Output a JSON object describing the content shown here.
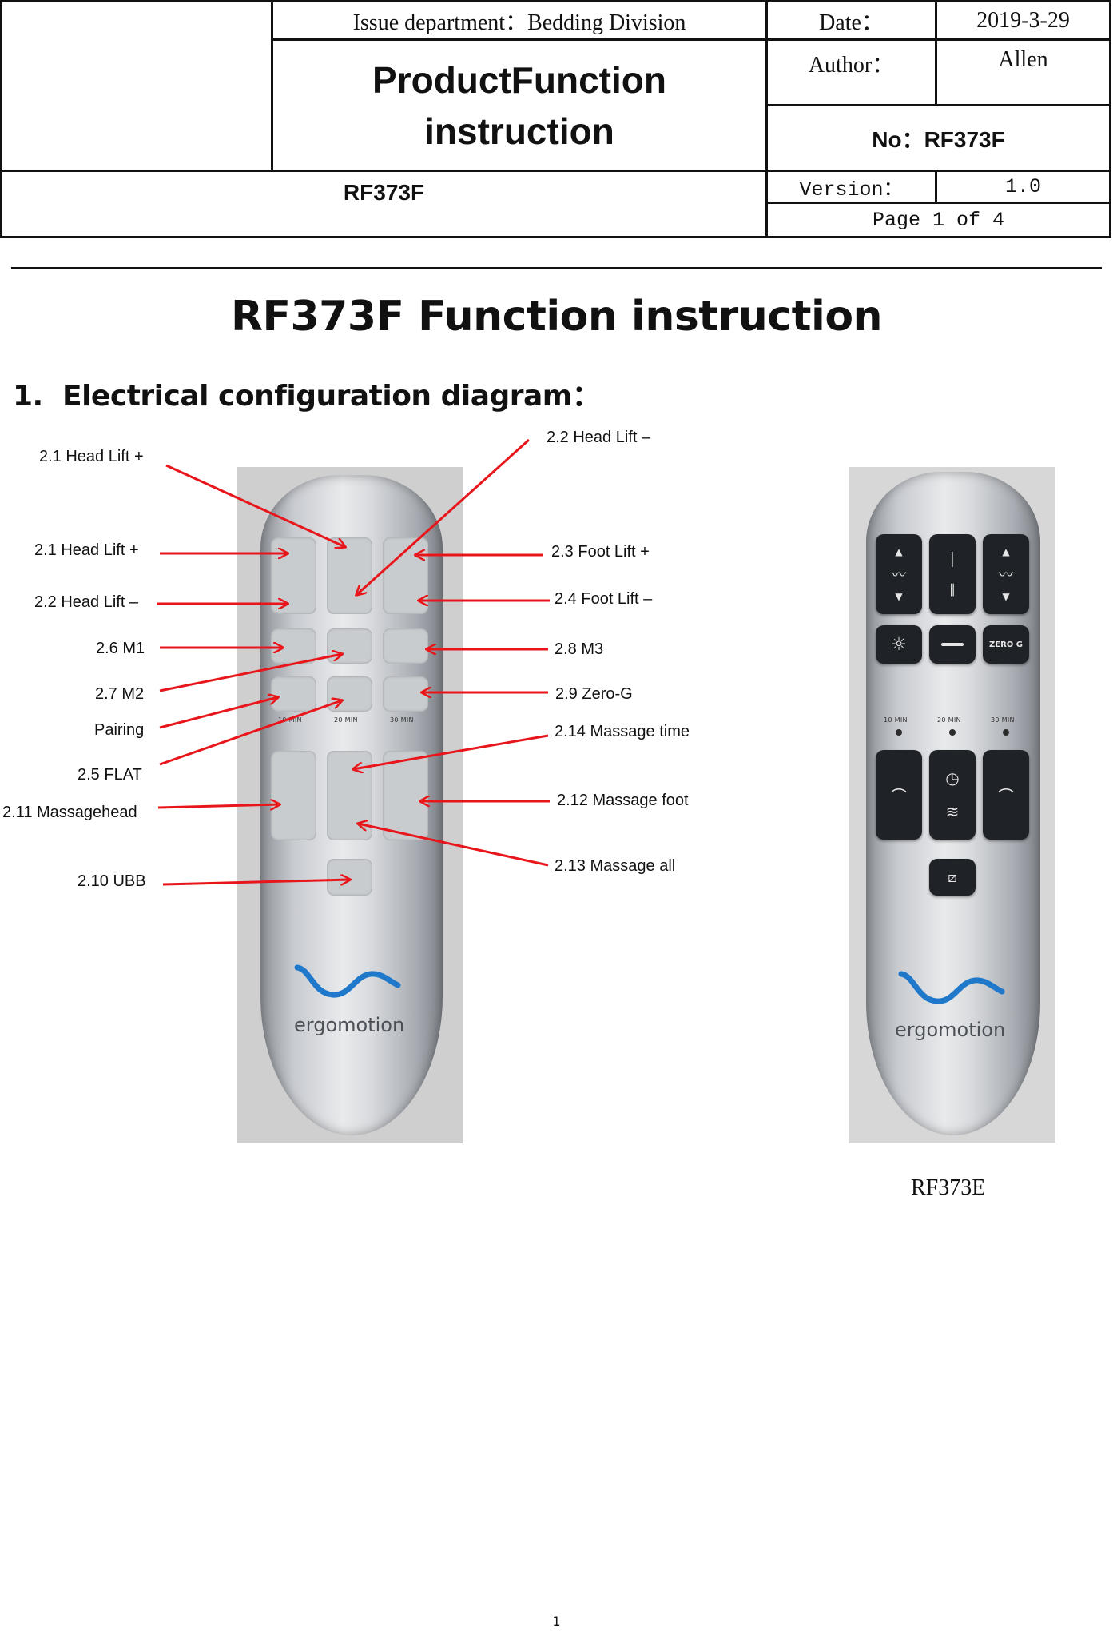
{
  "header": {
    "issue_department": "Issue department：Bedding Division",
    "date_label": "Date：",
    "date_value": "2019-3-29",
    "doc_type": "ProductFunction instruction",
    "author_label": "Author：",
    "author_value": "Allen",
    "number": "No：RF373F",
    "model": "RF373F",
    "version_label": "Version：",
    "version_value": "1.0",
    "page": "Page 1 of 4"
  },
  "title": "RF373F Function instruction",
  "section": {
    "number": "1.",
    "title": "Electrical configuration diagram："
  },
  "callouts_left": [
    "2.1 Head Lift +",
    "2.1 Head Lift +",
    "2.2 Head Lift –",
    "2.6 M1",
    "2.7 M2",
    "Pairing",
    "2.5 FLAT",
    "2.11 Massagehead",
    "2.10 UBB"
  ],
  "callouts_right": [
    "2.2 Head Lift –",
    "2.3 Foot Lift +",
    "2.4 Foot Lift –",
    "2.8 M3",
    "2.9 Zero-G",
    "2.14 Massage time",
    "2.12 Massage foot",
    "2.13 Massage all"
  ],
  "remote_labels": {
    "timer_10": "10 MIN",
    "timer_20": "20 MIN",
    "timer_30": "30 MIN",
    "brand": "ergomotion",
    "zero_g": "ZERO G"
  },
  "icons": [
    "light-bulb-icon",
    "flat-icon",
    "head-massage-icon",
    "timer-icon",
    "heat-icon",
    "foot-massage-icon",
    "underbed-light-icon"
  ],
  "caption_rf373e": "RF373E",
  "page_number": "1",
  "colors": {
    "arrow": "#e8161b",
    "remote_dark_button": "#1f2226"
  }
}
